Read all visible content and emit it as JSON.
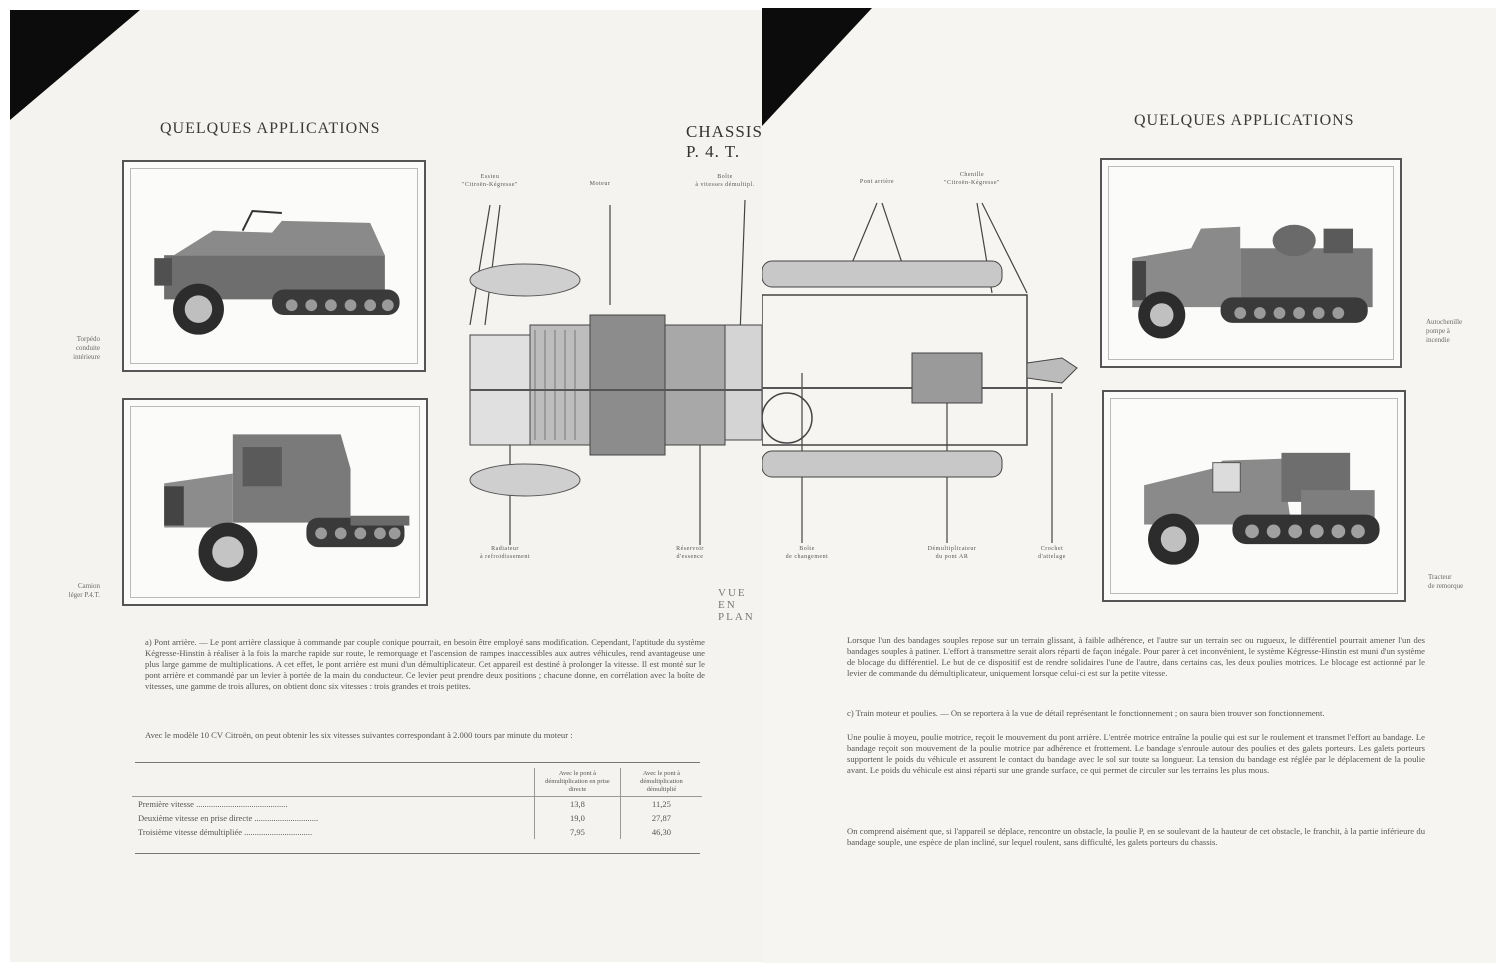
{
  "left": {
    "heading": "QUELQUES APPLICATIONS",
    "captions": [
      "Torpédo\nconduite\nintérieure",
      "Camion\nléger P.4.T."
    ],
    "chassis_title": "CHASSIS P. 4. T.",
    "plan_label": "VUE EN PLAN",
    "diagram_top_labels": [
      "Essieu\n\"Citroën-Kégresse\"",
      "Moteur",
      "Boîte\nà vitesses démultipl.",
      "Pont arrière",
      "Chenille\n\"Citroën-Kégresse\""
    ],
    "diagram_bottom_labels": [
      "Radiateur\nà refroidissement",
      "Réservoir\nd'essence",
      "Boîte\nde changement",
      "Démultiplicateur\ndu pont AR",
      "Crochet\nd'attelage"
    ],
    "para1": "a) Pont arrière. — Le pont arrière classique à commande par couple conique pourrait, en besoin être employé sans modification. Cependant, l'aptitude du système Kégresse-Hinstin à réaliser à la fois la marche rapide sur route, le remorquage et l'ascension de rampes inaccessibles aux autres véhicules, rend avantageuse une plus large gamme de multiplications. A cet effet, le pont arrière est muni d'un démultiplicateur. Cet appareil est destiné à prolonger la vitesse. Il est monté sur le pont arrière et commandé par un levier à portée de la main du conducteur. Ce levier peut prendre deux positions ; chacune donne, en corrélation avec la boîte de vitesses, une gamme de trois allures, on obtient donc six vitesses : trois grandes et trois petites.",
    "para2": "Avec le modèle 10 CV Citroën, on peut obtenir les six vitesses suivantes correspondant à 2.000 tours par minute du moteur :",
    "table_headers": [
      "",
      "Avec le pont à démultiplication en prise directe",
      "Avec le pont à démultiplication démultiplié"
    ],
    "table_rows": [
      [
        "Première vitesse ...........................................",
        "13,8",
        "11,25"
      ],
      [
        "Deuxième vitesse en prise directe ..............................",
        "19,0",
        "27,87"
      ],
      [
        "Troisième vitesse démultipliée ................................",
        "7,95",
        "46,30"
      ]
    ]
  },
  "right": {
    "heading": "QUELQUES APPLICATIONS",
    "captions": [
      "Autochenille\npompe à\nincendie",
      "Tracteur\nde remorque"
    ],
    "para1": "Lorsque l'un des bandages souples repose sur un terrain glissant, à faible adhérence, et l'autre sur un terrain sec ou rugueux, le différentiel pourrait amener l'un des bandages souples à patiner. L'effort à transmettre serait alors réparti de façon inégale. Pour parer à cet inconvénient, le système Kégresse-Hinstin est muni d'un système de blocage du différentiel. Le but de ce dispositif est de rendre solidaires l'une de l'autre, dans certains cas, les deux poulies motrices. Le blocage est actionné par le levier de commande du démultiplicateur, uniquement lorsque celui-ci est sur la petite vitesse.",
    "para2": "c) Train moteur et poulies. — On se reportera à la vue de détail représentant le fonctionnement ; on saura bien trouver son fonctionnement.",
    "para3": "Une poulie à moyeu, poulie motrice, reçoit le mouvement du pont arrière. L'entrée motrice entraîne la poulie qui est sur le roulement et transmet l'effort au bandage. Le bandage reçoit son mouvement de la poulie motrice par adhérence et frottement. Le bandage s'enroule autour des poulies et des galets porteurs. Les galets porteurs supportent le poids du véhicule et assurent le contact du bandage avec le sol sur toute sa longueur. La tension du bandage est réglée par le déplacement de la poulie avant. Le poids du véhicule est ainsi réparti sur une grande surface, ce qui permet de circuler sur les terrains les plus mous.",
    "para4": "On comprend aisément que, si l'appareil se déplace, rencontre un obstacle, la poulie P, en se soulevant de la hauteur de cet obstacle, le franchit, à la partie inférieure du bandage souple, une espèce de plan incliné, sur lequel roulent, sans difficulté, les galets porteurs du chassis."
  }
}
